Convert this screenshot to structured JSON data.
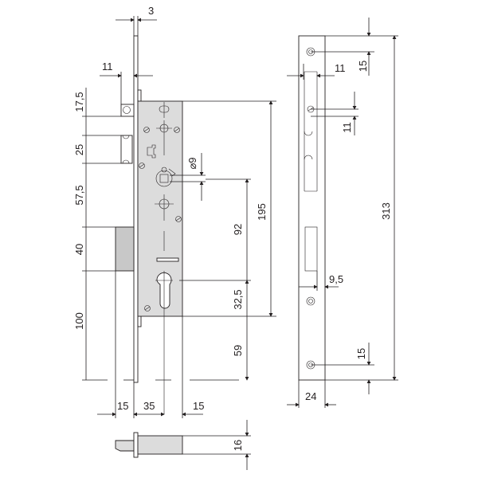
{
  "drawing": {
    "front_view": {
      "faceplate_thickness": "3",
      "latch_offset": "11",
      "left_dims": [
        "17,5",
        "25",
        "57,5",
        "40",
        "100"
      ],
      "spindle_square": "9",
      "right_dims": [
        "92",
        "32,5",
        "59"
      ],
      "case_height": "195",
      "bottom_dims": [
        "15",
        "35",
        "15"
      ]
    },
    "bottom_view": {
      "faceplate_width": "16"
    },
    "side_view": {
      "top_hole_offset": "11",
      "top_hole_from_top": "15",
      "second_hole_offset": "11",
      "faceplate_length": "313",
      "deadbolt_offset": "9,5",
      "bottom_hole_from_bottom": "15",
      "faceplate_width": "24"
    }
  }
}
